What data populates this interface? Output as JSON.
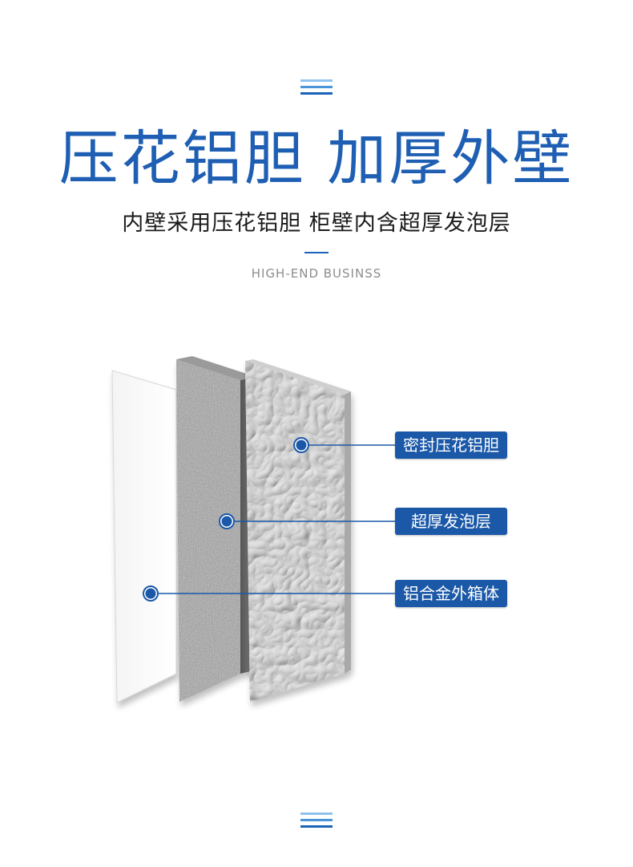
{
  "title": "压花铝胆 加厚外壁",
  "subtitle": "内壁采用压花铝胆 柜壁内含超厚发泡层",
  "tagline": "HIGH-END BUSINSS",
  "labels": {
    "inner": "密封压花铝胆",
    "foam": "超厚发泡层",
    "outer": "铝合金外箱体"
  },
  "colors": {
    "brand": "#1a63b8",
    "title": "#1f5fb3",
    "accent_light": "#8fc3ee",
    "accent_mid": "#4a94d8",
    "label_bg": "#1b59a8"
  }
}
